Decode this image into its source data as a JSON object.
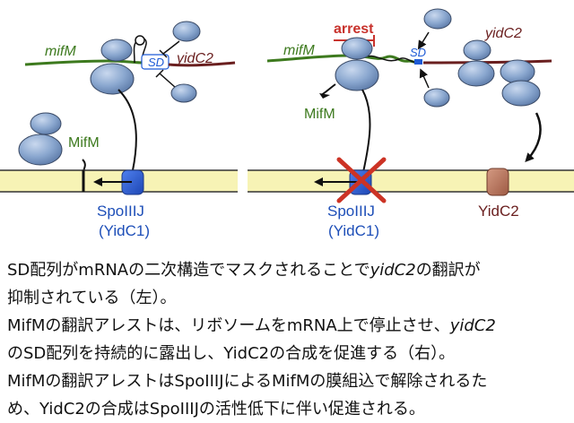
{
  "colors": {
    "ribosome": "#7f9fc9",
    "ribosome_edge": "#3a4a66",
    "mifm_mrna": "#3d7a1e",
    "yidc2_mrna": "#6a1f1f",
    "sd_blue": "#1e5bd6",
    "arrest_red": "#c8322c",
    "membrane_fill": "#f7f3b5",
    "spoIIIJ": "#2f62d6",
    "yidc2_protein": "#b9735a",
    "cross_red": "#cc3325"
  },
  "left_panel": {
    "mifm_mrna_label": "mifM",
    "sd_label": "SD",
    "yidc2_mrna_label": "yidC2",
    "mifm_protein_label": "MifM",
    "spoIIIJ_label_1": "SpoIIIJ",
    "spoIIIJ_label_2": "(YidC1)"
  },
  "right_panel": {
    "arrest_label": "arrest",
    "mifm_mrna_label": "mifM",
    "sd_label": "SD",
    "yidc2_mrna_label": "yidC2",
    "mifm_protein_label": "MifM",
    "spoIIIJ_label_1": "SpoIIIJ",
    "spoIIIJ_label_2": "(YidC1)",
    "yidc2_protein_label": "YidC2"
  },
  "caption": {
    "l1_a": "SD配列がmRNAの二次構造でマスクされることで",
    "l1_b": "yidC2",
    "l1_c": "の翻訳が",
    "l2": "抑制されている（左）。",
    "l3_a": "MifMの翻訳アレストは、リボソームをmRNA上で停止させ、",
    "l3_b": "yidC2",
    "l4": "のSD配列を持続的に露出し、YidC2の合成を促進する（右）。",
    "l5": "MifMの翻訳アレストはSpoIIIJによるMifMの膜組込で解除されるた",
    "l6": "め、YidC2の合成はSpoIIIJの活性低下に伴い促進される。"
  }
}
